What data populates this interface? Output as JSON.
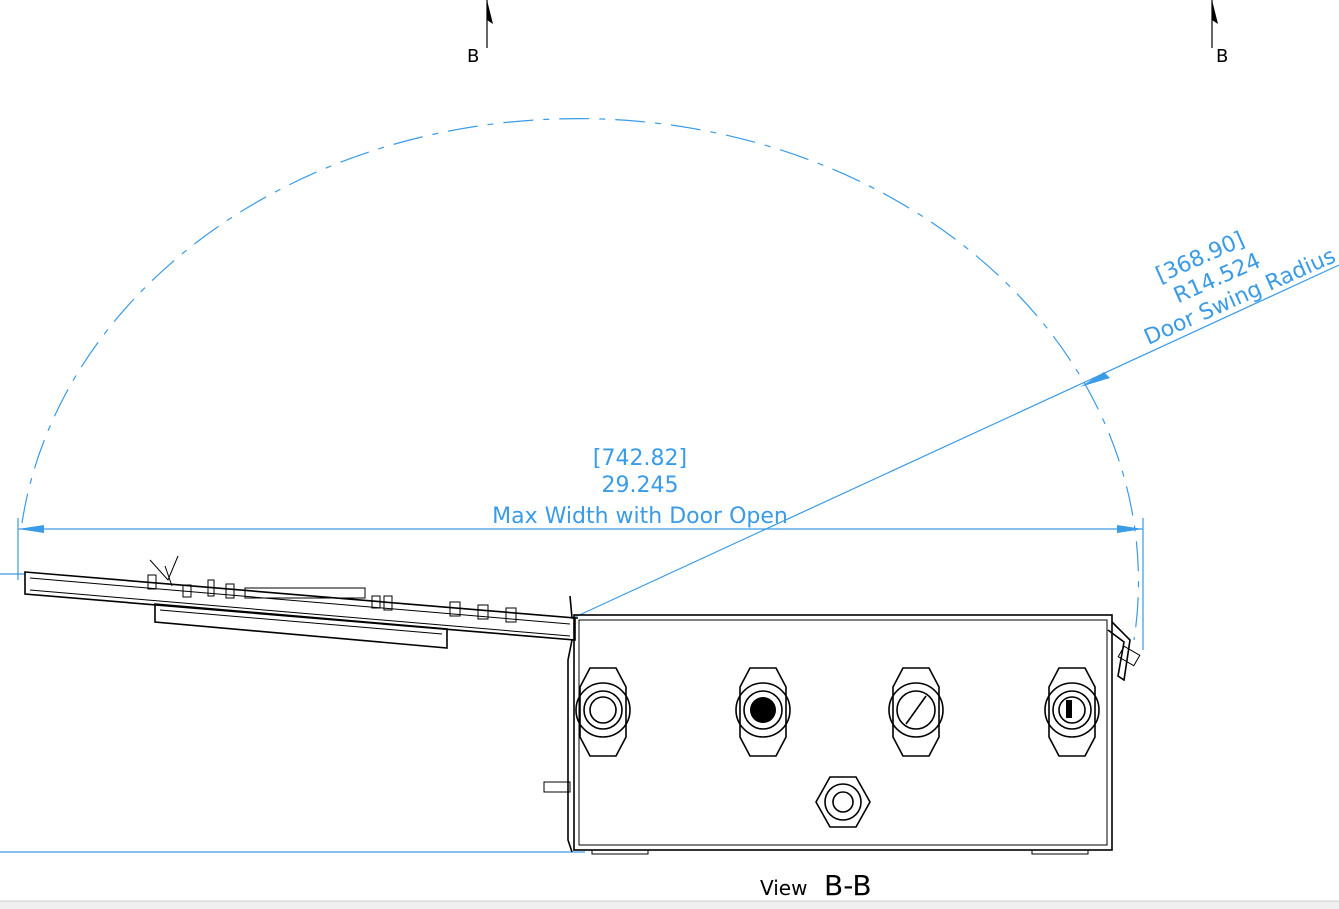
{
  "section_marks": {
    "left": "B",
    "right": "B"
  },
  "dimensions": {
    "width_metric": "[742.82]",
    "width_imperial": "29.245",
    "width_caption": "Max Width with Door Open",
    "radius_metric": "[368.90]",
    "radius_imperial": "R14.524",
    "radius_caption": "Door Swing Radius"
  },
  "view_label": {
    "prefix": "View",
    "name": "B-B"
  },
  "colors": {
    "dimension": "#3a9be6",
    "outline": "#000000",
    "background": "#ffffff"
  }
}
